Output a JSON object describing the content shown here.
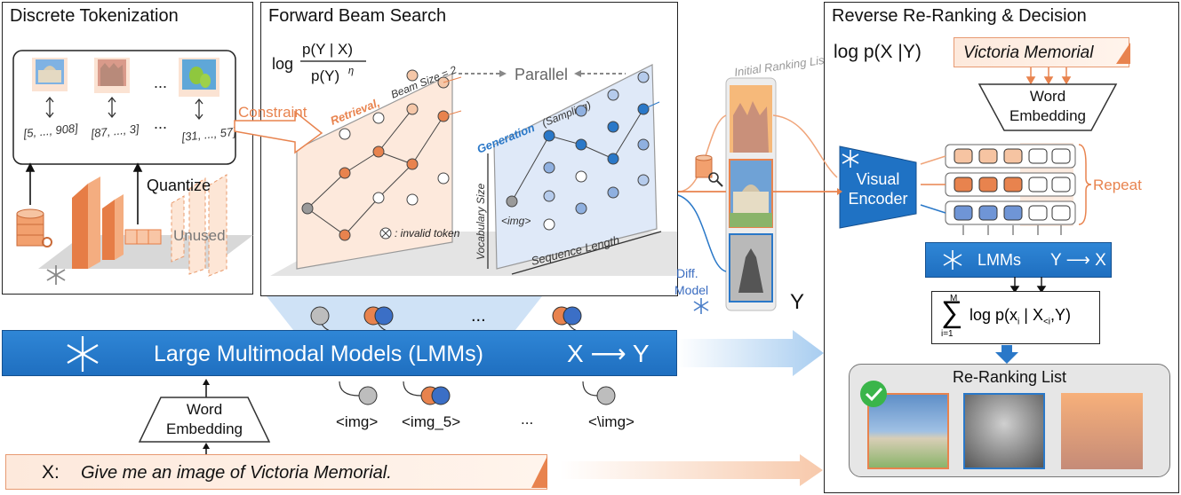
{
  "panels": {
    "tokenization": {
      "title": "Discrete Tokenization"
    },
    "beam": {
      "title": "Forward Beam Search"
    },
    "rerank": {
      "title": "Reverse Re-Ranking & Decision"
    }
  },
  "tokenization": {
    "codes": [
      "[5, ..., 908]",
      "[87, ..., 3]",
      "[31, ..., 57]"
    ],
    "ellipsis_top": "...",
    "ellipsis_mid": "...",
    "quantize": "Quantize",
    "unused": "Unused"
  },
  "beam": {
    "formula_log": "log",
    "formula_num": "p(Y | X)",
    "formula_den": "p(Y)",
    "formula_exp": "η",
    "constraint": "Constraint",
    "parallel": "Parallel",
    "retrieval": "Retrieval,",
    "beam_size": "Beam Size = 2",
    "invalid_token": ": invalid token",
    "generation": "Generation",
    "sampling": "(Sampling)",
    "vocab_size": "Vocabulary Size",
    "img_token": "<img>",
    "sequence_length": "Sequence Length"
  },
  "middle": {
    "initial_ranking": "Initial Ranking List",
    "diff_model_1": "Diff.",
    "diff_model_2": "Model",
    "y_label": "Y"
  },
  "lmm": {
    "label": "Large Multimodal Models (LMMs)",
    "direction": "X ⟶ Y",
    "ellipsis": "..."
  },
  "word_embedding": {
    "line1": "Word",
    "line2": "Embedding"
  },
  "tokens": {
    "t1": "<img>",
    "t2": "<img_5>",
    "ellipsis": "...",
    "t3": "<\\img>"
  },
  "prompt": {
    "x_label": "X:",
    "text": "Give me an image of Victoria Memorial."
  },
  "rerank": {
    "formula": "log p(X |Y)",
    "query": "Victoria  Memorial",
    "word_embedding_1": "Word",
    "word_embedding_2": "Embedding",
    "visual_encoder_1": "Visual",
    "visual_encoder_2": "Encoder",
    "repeat": "Repeat",
    "lmm_label": "LMMs",
    "lmm_direction": "Y ⟶ X",
    "sum_top": "M",
    "sum_bottom": "i=1",
    "sum_expr": "log p(x",
    "sum_sub_i": "i",
    "sum_mid": " | X",
    "sum_sub_lt": "<i",
    "sum_end": ",Y)",
    "list_title": "Re-Ranking List"
  },
  "colors": {
    "orange": "#e8834e",
    "blue": "#2a78c8",
    "lightblue": "#5b8fd6",
    "gray": "#9a9a9a"
  }
}
